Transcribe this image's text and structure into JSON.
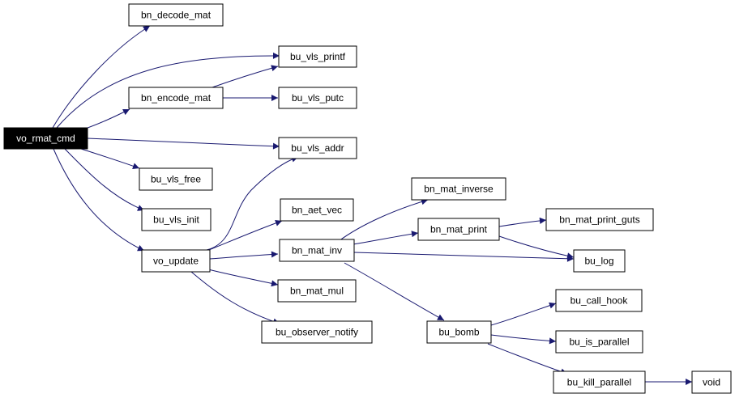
{
  "colors": {
    "edge": "#191970",
    "root_fill": "#000000",
    "node_fill": "#ffffff"
  },
  "nodes": {
    "vo_rmat_cmd": "vo_rmat_cmd",
    "bn_decode_mat": "bn_decode_mat",
    "bu_vls_printf": "bu_vls_printf",
    "bn_encode_mat": "bn_encode_mat",
    "bu_vls_putc": "bu_vls_putc",
    "bu_vls_addr": "bu_vls_addr",
    "bu_vls_free": "bu_vls_free",
    "bu_vls_init": "bu_vls_init",
    "vo_update": "vo_update",
    "bn_aet_vec": "bn_aet_vec",
    "bn_mat_inv": "bn_mat_inv",
    "bn_mat_mul": "bn_mat_mul",
    "bu_observer_notify": "bu_observer_notify",
    "bn_mat_inverse": "bn_mat_inverse",
    "bn_mat_print": "bn_mat_print",
    "bn_mat_print_guts": "bn_mat_print_guts",
    "bu_log": "bu_log",
    "bu_bomb": "bu_bomb",
    "bu_call_hook": "bu_call_hook",
    "bu_is_parallel": "bu_is_parallel",
    "bu_kill_parallel": "bu_kill_parallel",
    "void": "void"
  },
  "edges": [
    [
      "vo_rmat_cmd",
      "bn_decode_mat"
    ],
    [
      "vo_rmat_cmd",
      "bu_vls_printf"
    ],
    [
      "vo_rmat_cmd",
      "bn_encode_mat"
    ],
    [
      "vo_rmat_cmd",
      "bu_vls_addr"
    ],
    [
      "vo_rmat_cmd",
      "bu_vls_free"
    ],
    [
      "vo_rmat_cmd",
      "bu_vls_init"
    ],
    [
      "vo_rmat_cmd",
      "vo_update"
    ],
    [
      "bn_encode_mat",
      "bu_vls_printf"
    ],
    [
      "bn_encode_mat",
      "bu_vls_putc"
    ],
    [
      "vo_update",
      "bu_vls_addr"
    ],
    [
      "vo_update",
      "bn_aet_vec"
    ],
    [
      "vo_update",
      "bn_mat_inv"
    ],
    [
      "vo_update",
      "bn_mat_mul"
    ],
    [
      "vo_update",
      "bu_observer_notify"
    ],
    [
      "bn_mat_inv",
      "bn_mat_inverse"
    ],
    [
      "bn_mat_inv",
      "bn_mat_print"
    ],
    [
      "bn_mat_inv",
      "bu_log"
    ],
    [
      "bn_mat_inv",
      "bu_bomb"
    ],
    [
      "bn_mat_print",
      "bn_mat_print_guts"
    ],
    [
      "bn_mat_print",
      "bu_log"
    ],
    [
      "bu_bomb",
      "bu_call_hook"
    ],
    [
      "bu_bomb",
      "bu_is_parallel"
    ],
    [
      "bu_bomb",
      "bu_kill_parallel"
    ],
    [
      "bu_kill_parallel",
      "void"
    ]
  ]
}
